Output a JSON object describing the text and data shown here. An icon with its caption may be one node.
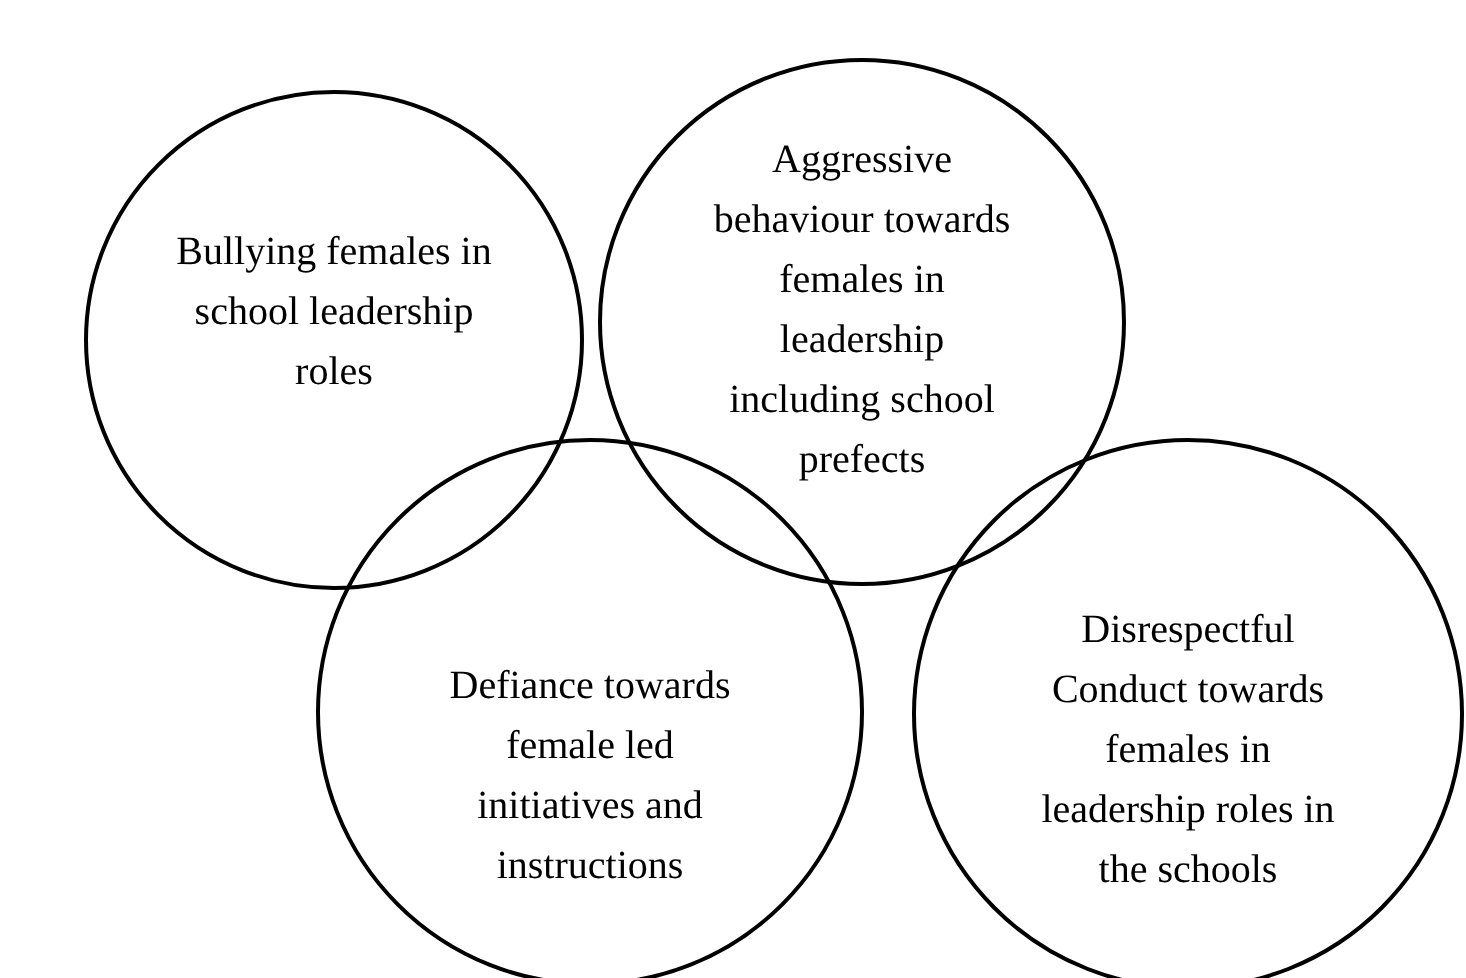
{
  "diagram": {
    "nodes": [
      {
        "text": [
          "Bullying females in school leadership roles"
        ]
      },
      {
        "text": [
          "Aggressive behaviour towards females in leadership including school prefects"
        ]
      },
      {
        "text": [
          "Defiance towards female led initiatives and instructions"
        ]
      },
      {
        "text": [
          "Disrespectful Conduct towards females in leadership roles in the schools"
        ]
      }
    ]
  }
}
